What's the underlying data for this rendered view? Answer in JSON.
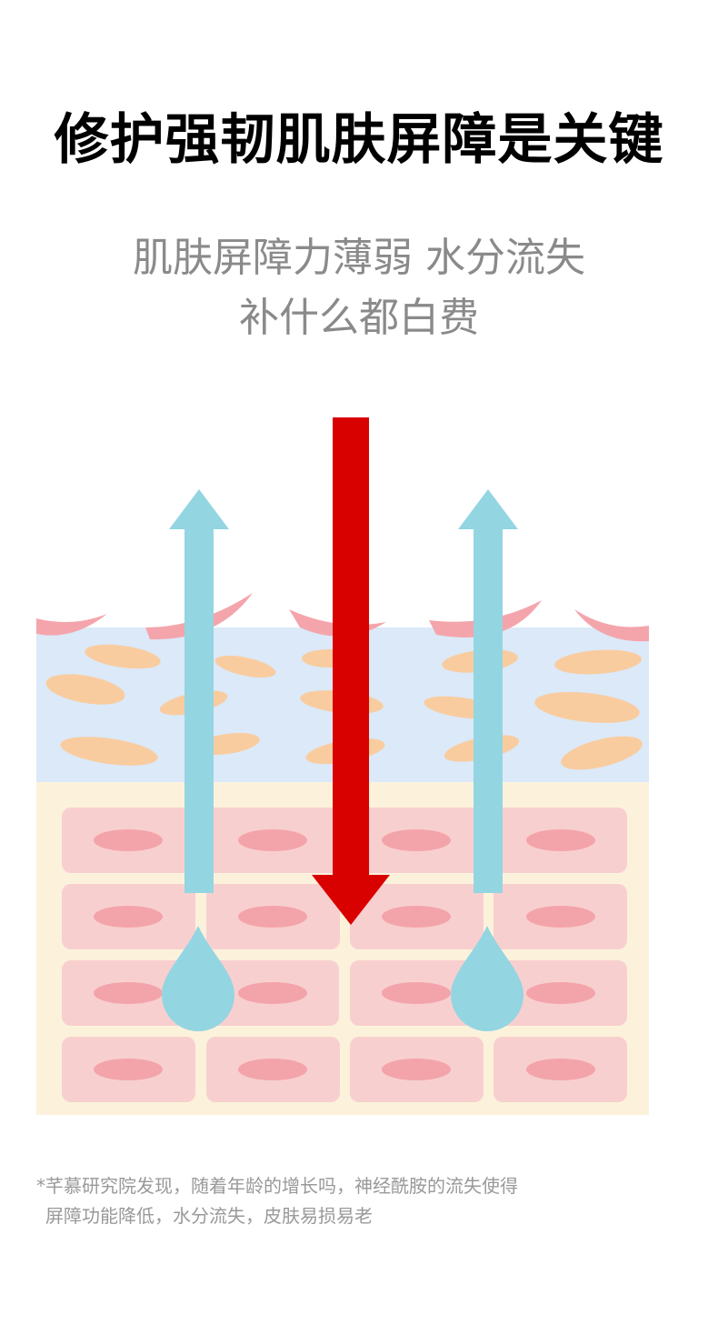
{
  "headline": "修护强韧肌肤屏障是关键",
  "subheading": {
    "line1": "肌肤屏障力薄弱 水分流失",
    "line2": "补什么都白费"
  },
  "illustration": {
    "icons": [
      "skin-layer-diagram",
      "water-loss-arrow-icon",
      "aggressor-arrow-icon",
      "water-drop-icon"
    ],
    "colors": {
      "stratum": "#dbe9f8",
      "lipid": "#f9cc9f",
      "flake": "#f4a5ac",
      "dermis": "#fcf2dc",
      "cell": "#f8cfcf",
      "nucleus": "#f3a4aa",
      "water": "#94d5e2",
      "aggressor": "#d90000"
    }
  },
  "footnote": {
    "line1": "*芊慕研究院发现，随着年龄的增长吗，神经酰胺的流失使得",
    "line2": "屏障功能降低，水分流失，皮肤易损易老"
  }
}
